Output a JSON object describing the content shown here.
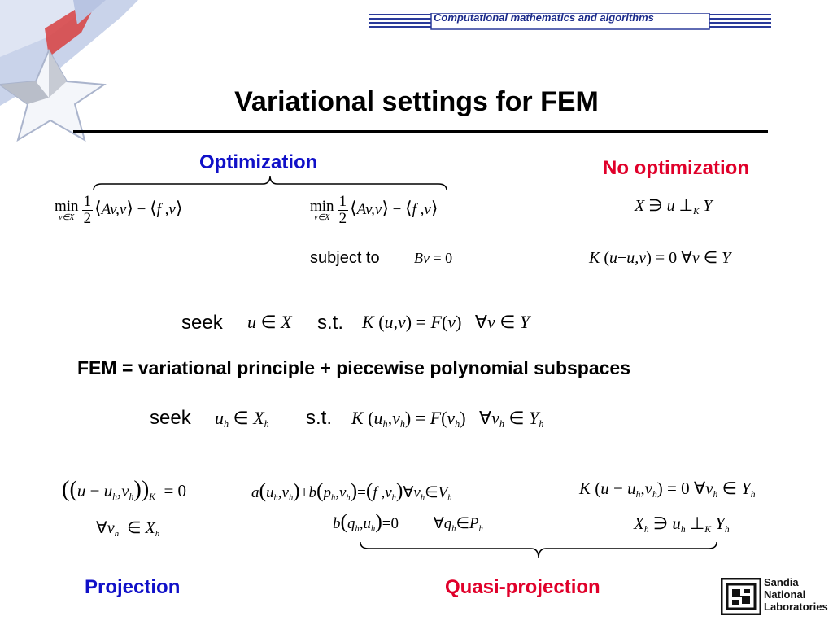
{
  "header": {
    "banner_label": "Computational mathematics and algorithms"
  },
  "title": "Variational settings for FEM",
  "labels": {
    "optimization": "Optimization",
    "no_optimization": "No optimization",
    "fem_statement": "FEM = variational principle + piecewise polynomial subspaces",
    "projection": "Projection",
    "quasi_projection": "Quasi-projection"
  },
  "text": {
    "subject_to": "subject to",
    "seek": "seek",
    "st": "s.t."
  },
  "logo": {
    "line1": "Sandia",
    "line2": "National",
    "line3": "Laboratories"
  },
  "colors": {
    "label_blue": "#1010c8",
    "label_red": "#e0002a",
    "banner_text": "#1b2a8a"
  }
}
